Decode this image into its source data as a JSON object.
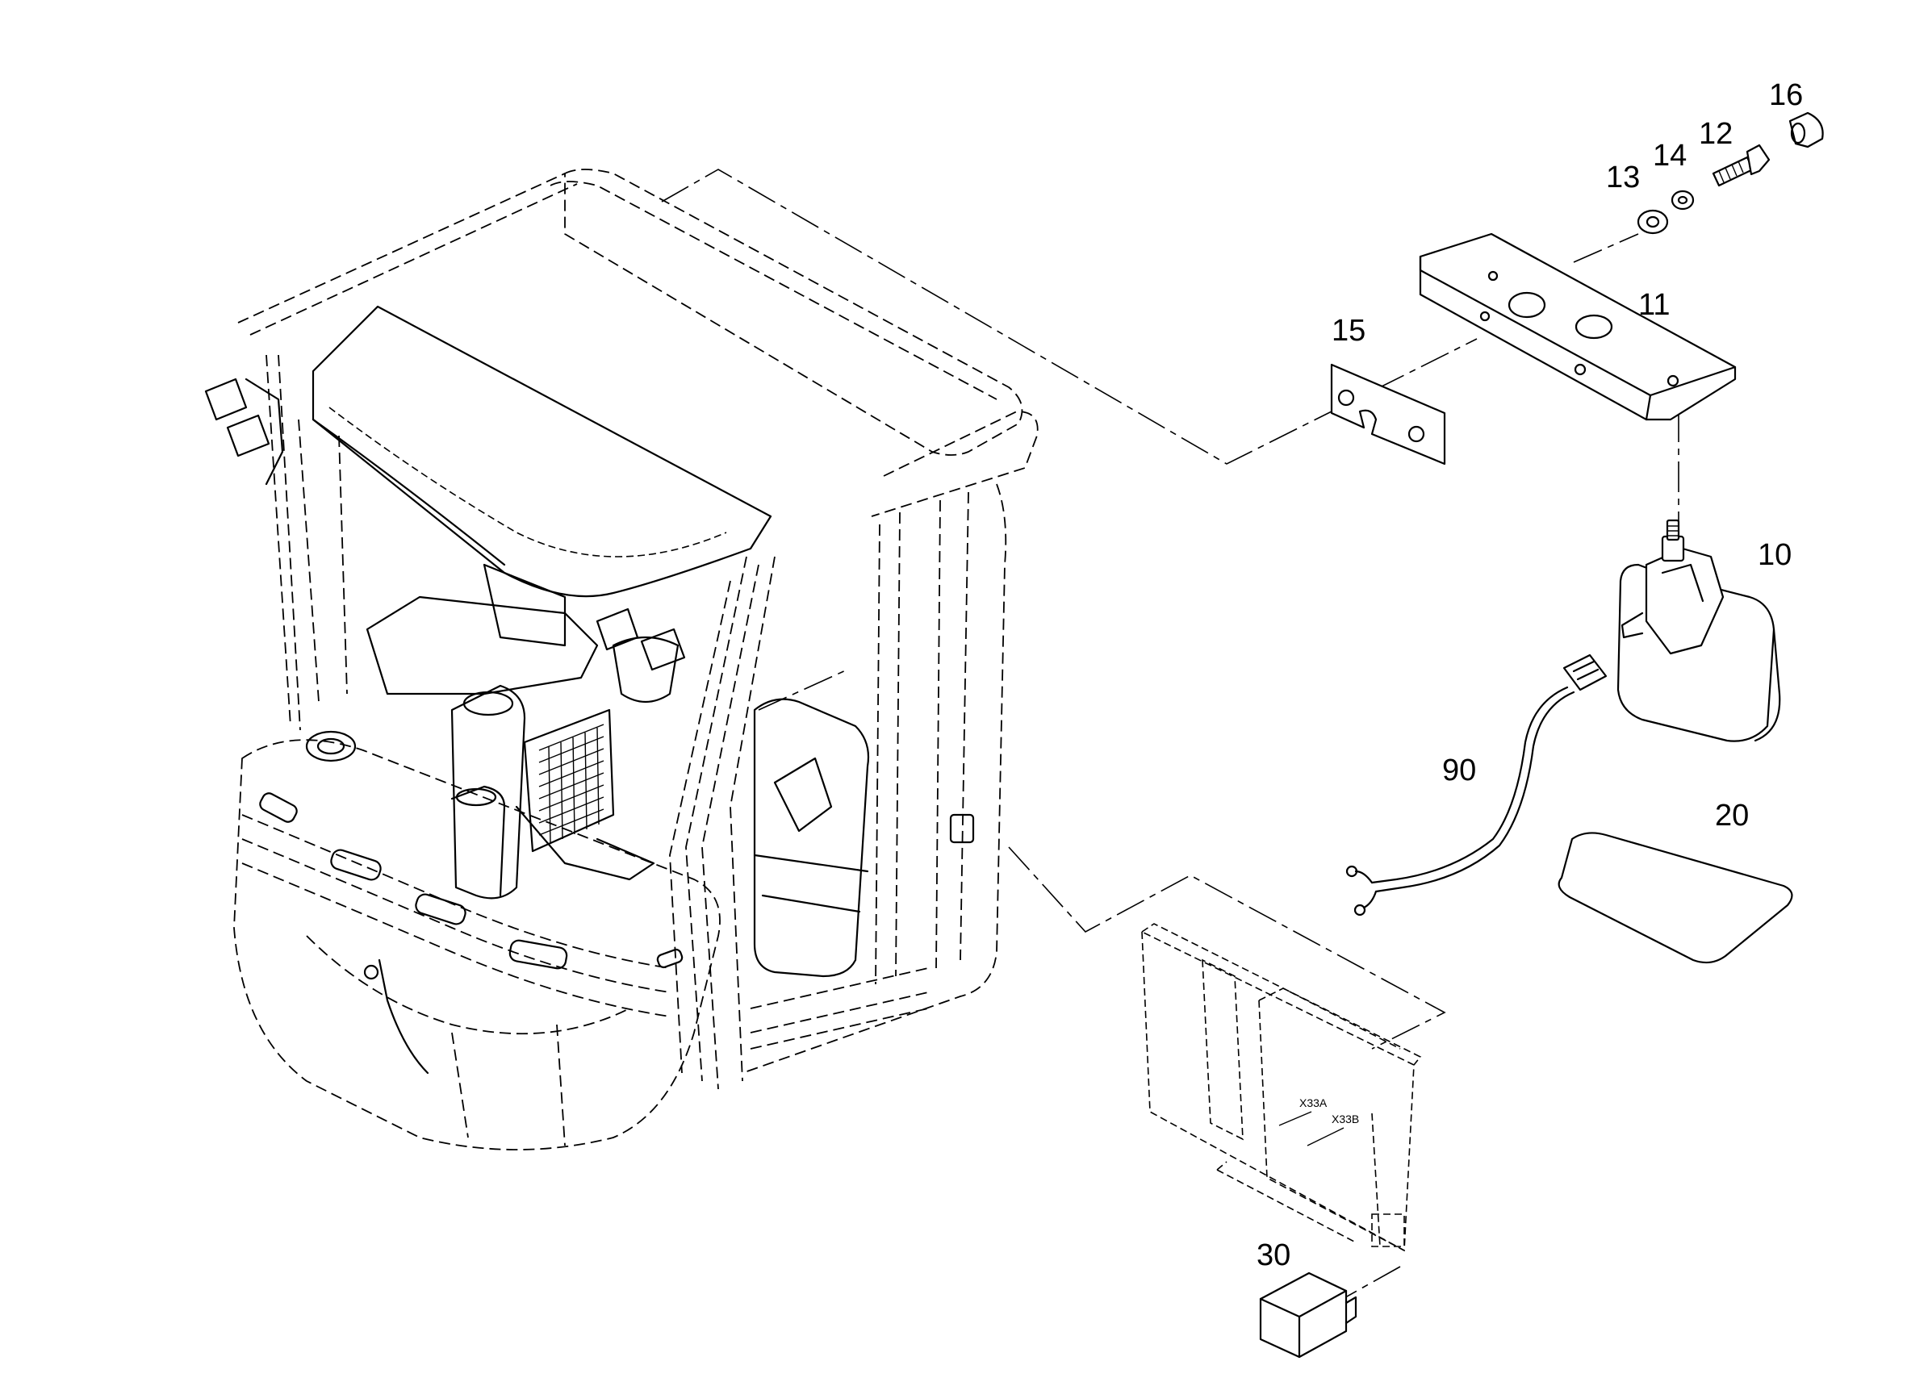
{
  "diagram": {
    "callouts": {
      "c10": "10",
      "c11": "11",
      "c12": "12",
      "c13": "13",
      "c14": "14",
      "c15": "15",
      "c16": "16",
      "c20": "20",
      "c30": "30",
      "c90": "90"
    },
    "connector_labels": {
      "x33a": "X33A",
      "x33b": "X33B"
    }
  }
}
